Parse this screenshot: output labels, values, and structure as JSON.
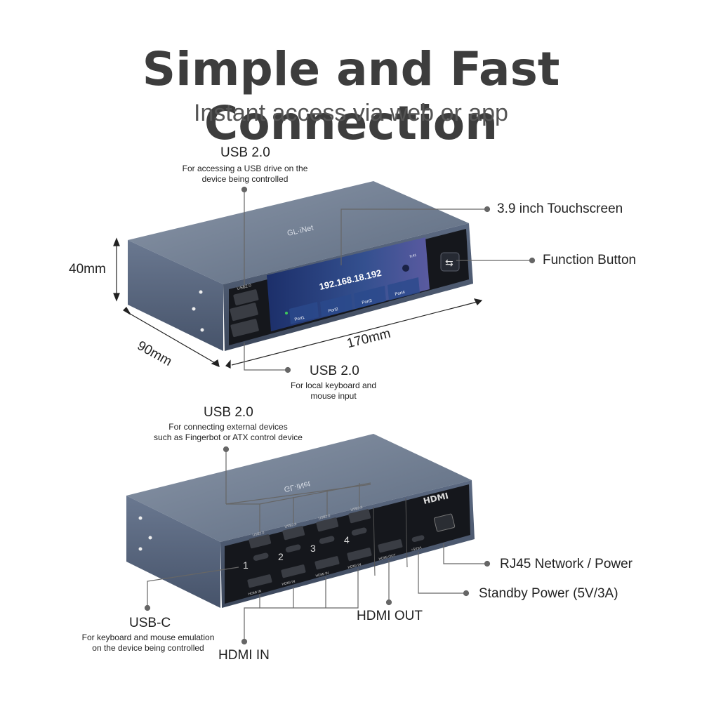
{
  "header": {
    "title": "Simple and Fast Connection",
    "subtitle": "Instant access via web or app"
  },
  "front": {
    "usb_top": {
      "label": "USB 2.0",
      "desc_line1": "For accessing a USB drive on the",
      "desc_line2": "device being controlled"
    },
    "touchscreen_label": "3.9 inch Touchscreen",
    "function_button_label": "Function Button",
    "usb_bottom": {
      "label": "USB 2.0",
      "desc_line1": "For local keyboard and",
      "desc_line2": "mouse input"
    },
    "dim_height": "40mm",
    "dim_depth": "90mm",
    "dim_width": "170mm",
    "brand": "GL·iNet",
    "port_label_usb": "USB2.0",
    "screen": {
      "ip": "192.168.18.192",
      "clock": "9:41",
      "ports": [
        "Port1",
        "Port2",
        "Port3",
        "Port4"
      ]
    }
  },
  "back": {
    "usb_top": {
      "label": "USB 2.0",
      "desc_line1": "For connecting external devices",
      "desc_line2": "such as Fingerbot or ATX control device"
    },
    "rj45_label": "RJ45 Network / Power",
    "standby_label": "Standby Power (5V/3A)",
    "hdmi_out_label": "HDMI OUT",
    "usbc": {
      "label": "USB-C",
      "desc_line1": "For keyboard and mouse emulation",
      "desc_line2": "on the device being controlled"
    },
    "hdmi_in_label": "HDMI IN",
    "brand": "GL·iNet",
    "hdmi_logo": "HDMI",
    "port_numbers": [
      "1",
      "2",
      "3",
      "4"
    ],
    "usb_tag": "USB2.0",
    "hdmi_in_tag": "HDMI IN",
    "hdmi_out_tag": "HDMI OUT",
    "power_tag": "+5V3A"
  }
}
